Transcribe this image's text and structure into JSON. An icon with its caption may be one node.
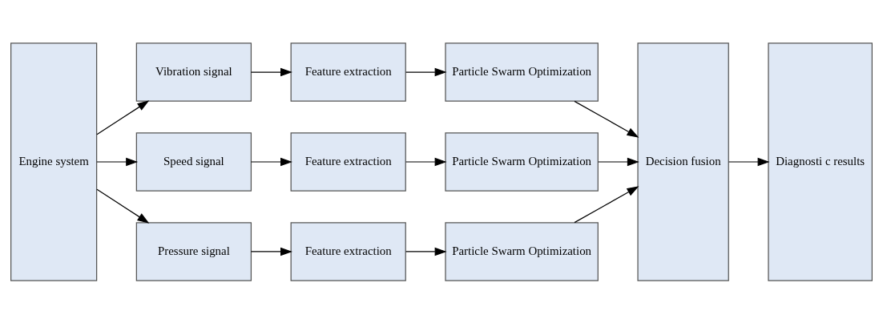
{
  "diagram": {
    "nodes": [
      {
        "text": [
          "Engine system"
        ]
      },
      {
        "text": [
          "Vibration signal"
        ]
      },
      {
        "text": [
          "Feature extraction"
        ]
      },
      {
        "text": [
          "Particle Swarm Optimization"
        ]
      },
      {
        "text": [
          "Speed signal"
        ]
      },
      {
        "text": [
          "Feature extraction"
        ]
      },
      {
        "text": [
          "Particle Swarm Optimization"
        ]
      },
      {
        "text": [
          "Pressure signal"
        ]
      },
      {
        "text": [
          "Feature extraction"
        ]
      },
      {
        "text": [
          "Particle Swarm Optimization"
        ]
      },
      {
        "text": [
          "Decision fusion"
        ]
      },
      {
        "text": [
          "Diagnosti c results"
        ]
      }
    ],
    "edges": [
      {
        "from": 0,
        "to": 1,
        "arrow": "to"
      },
      {
        "from": 1,
        "to": 2,
        "arrow": "to"
      },
      {
        "from": 2,
        "to": 3,
        "arrow": "to"
      },
      {
        "from": 3,
        "to": 10,
        "arrow": "to"
      },
      {
        "from": 0,
        "to": 4,
        "arrow": "to"
      },
      {
        "from": 4,
        "to": 5,
        "arrow": "to"
      },
      {
        "from": 5,
        "to": 6,
        "arrow": "to"
      },
      {
        "from": 6,
        "to": 10,
        "arrow": "to"
      },
      {
        "from": 0,
        "to": 7,
        "arrow": "to"
      },
      {
        "from": 7,
        "to": 8,
        "arrow": "to"
      },
      {
        "from": 8,
        "to": 9,
        "arrow": "to"
      },
      {
        "from": 9,
        "to": 10,
        "arrow": "to"
      },
      {
        "from": 10,
        "to": 11,
        "arrow": "to"
      }
    ]
  }
}
